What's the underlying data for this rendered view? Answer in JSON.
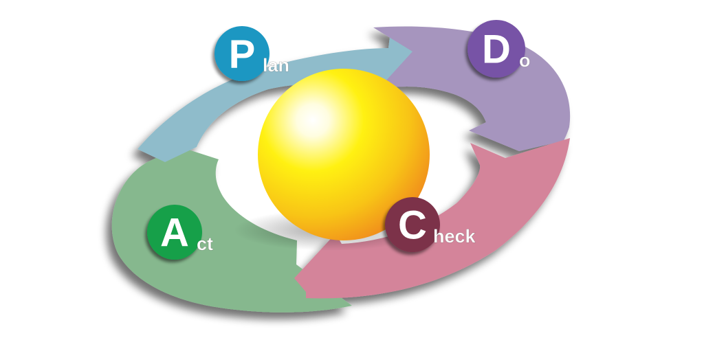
{
  "diagram": {
    "stages": [
      {
        "id": "plan",
        "initial": "P",
        "rest": "lan",
        "arrow_color": "#8fbccb",
        "badge_color": "#1d97c2"
      },
      {
        "id": "do",
        "initial": "D",
        "rest": "o",
        "arrow_color": "#a695be",
        "badge_color": "#7752a6"
      },
      {
        "id": "check",
        "initial": "C",
        "rest": "heck",
        "arrow_color": "#d4849a",
        "badge_color": "#7c3049"
      },
      {
        "id": "act",
        "initial": "A",
        "rest": "ct",
        "arrow_color": "#86b88e",
        "badge_color": "#13a04a"
      }
    ],
    "center_sphere_color": "#f8d21a"
  }
}
